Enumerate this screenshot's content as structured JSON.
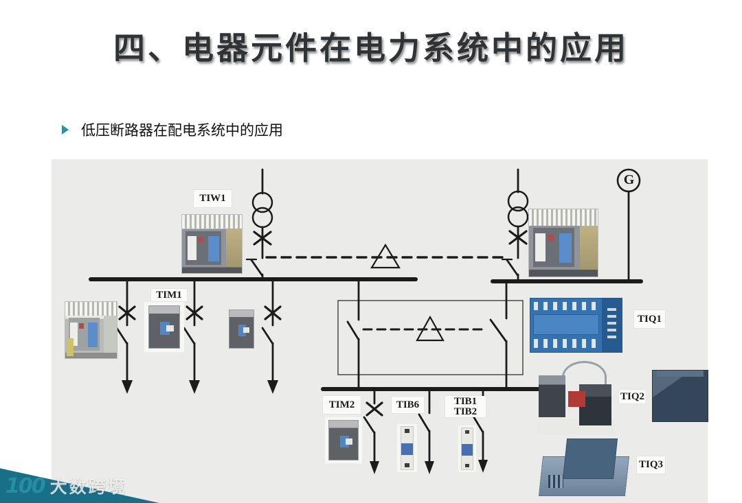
{
  "slide": {
    "title": "四、电器元件在电力系统中的应用",
    "bullet": "低压断路器在配电系统中的应用"
  },
  "diagram": {
    "generator": "G",
    "labels": {
      "tiw1": "TIW1",
      "tim1": "TIM1",
      "tim2": "TIM2",
      "tib6": "TIB6",
      "tib1": "TIB1",
      "tib2": "TIB2",
      "tiq1": "TIQ1",
      "tiq2": "TIQ2",
      "tiq3": "TIQ3"
    }
  },
  "watermark": {
    "logo": "100",
    "text": "大数跨境"
  },
  "colors": {
    "accent_teal": "#2792a8",
    "wedge_teal": "#176f88",
    "line": "#1b1b1b",
    "panel_bg": "#ebecea",
    "title_text": "#2f3336"
  }
}
